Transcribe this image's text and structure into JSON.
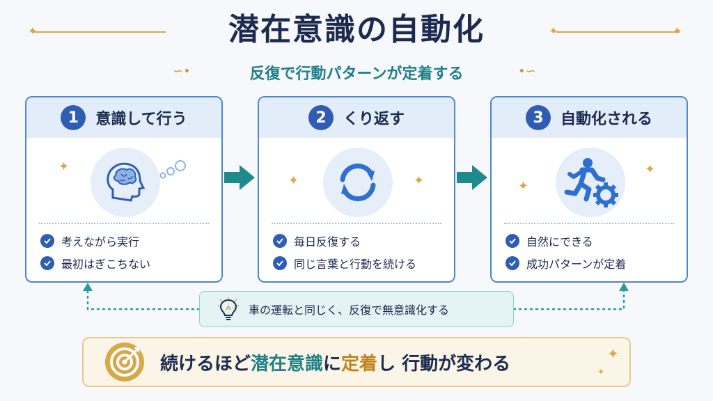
{
  "title": "潜在意識の自動化",
  "subtitle": "反復で行動パターンが定着する",
  "steps": [
    {
      "number": "1",
      "title": "意識して行う",
      "icon": "head-brain-icon",
      "items": [
        "考えながら実行",
        "最初はぎこちない"
      ]
    },
    {
      "number": "2",
      "title": "くり返す",
      "icon": "refresh-cycle-icon",
      "items": [
        "毎日反復する",
        "同じ言葉と行動を続ける"
      ]
    },
    {
      "number": "3",
      "title": "自動化される",
      "icon": "runner-gear-icon",
      "items": [
        "自然にできる",
        "成功パターンが定着"
      ]
    }
  ],
  "note": {
    "icon": "lightbulb-icon",
    "text": "車の運転と同じく、反復で無意識化する"
  },
  "conclusion": {
    "icon": "target-icon",
    "part1": "続けるほど",
    "part2": "潜在意識",
    "part3": "に",
    "part4": "定着",
    "part5": "し 行動が変わる"
  },
  "colors": {
    "navy": "#1b2a4e",
    "blue": "#2f5db4",
    "teal": "#1f7f86",
    "gold": "#d9a648"
  }
}
